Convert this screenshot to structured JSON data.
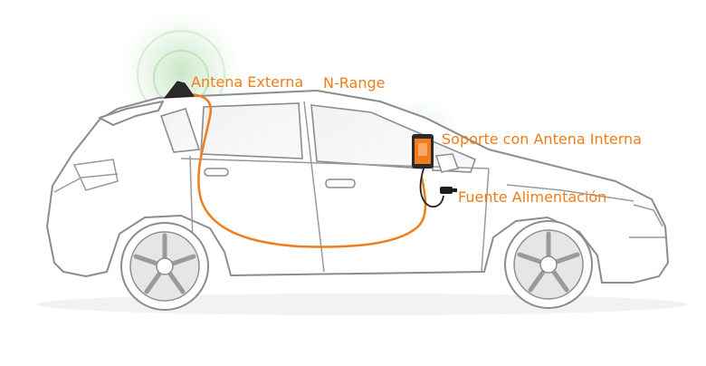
{
  "labels": {
    "external_antenna": "Antena Externa",
    "product": "N-Range",
    "mount": "Soporte con Antena Interna",
    "power": "Fuente Alimentación"
  },
  "colors": {
    "accent": "#f07d1a",
    "car_outline": "#8c8c8c",
    "car_fill": "#ffffff",
    "glass": "#f4f4f4",
    "signal_glow": "#9fd39a",
    "wheel_fill": "#e6e6e6"
  },
  "icons": {
    "antenna": "shark-fin-antenna-icon",
    "phone": "smartphone-icon",
    "plug": "car-power-plug-icon"
  }
}
